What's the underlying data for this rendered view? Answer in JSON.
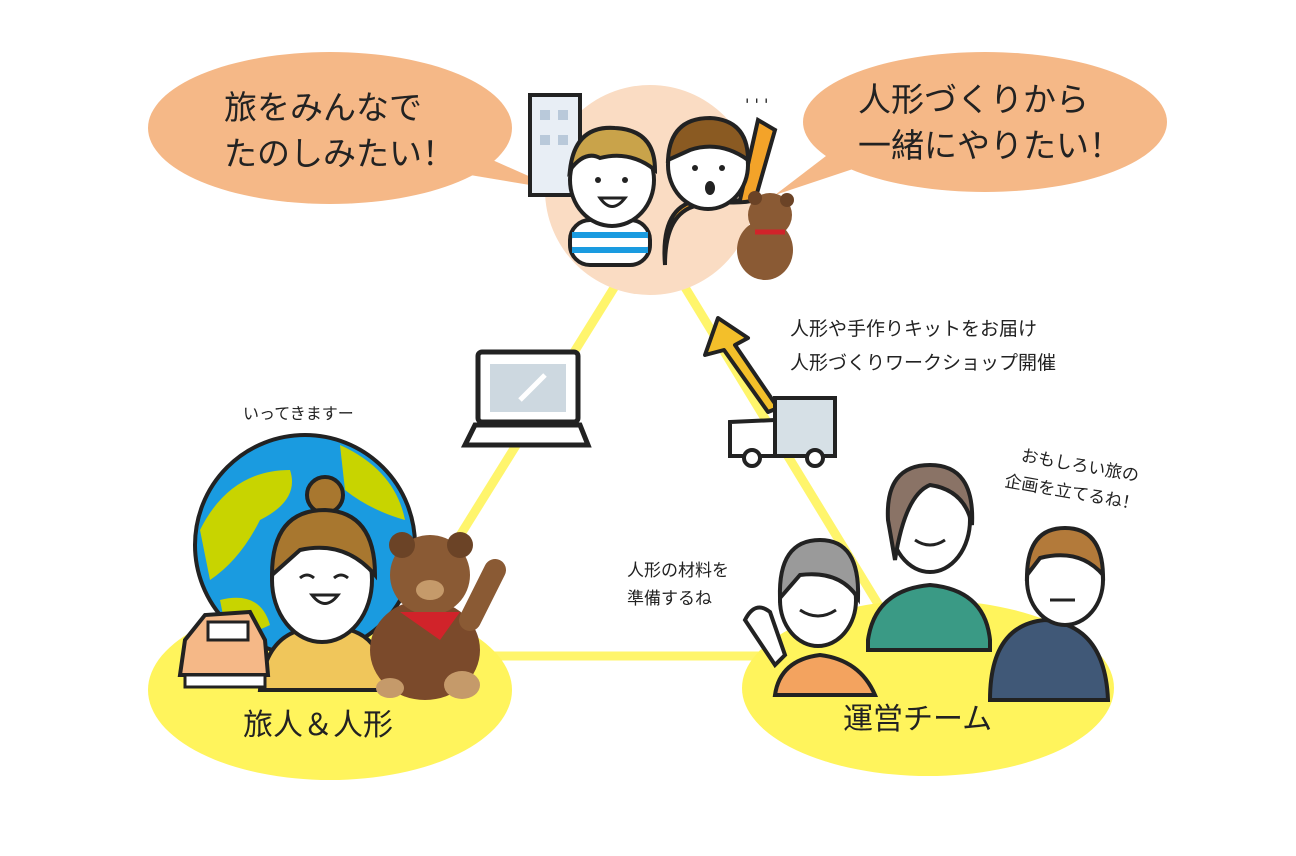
{
  "bubbles": {
    "left": [
      "旅をみんなで",
      "たのしみたい！"
    ],
    "right": [
      "人形づくりから",
      "一緒にやりたい！"
    ]
  },
  "delivery_caption": [
    "人形や手作りキットをお届け",
    "人形づくりワークショップ開催"
  ],
  "traveler_speech": "いってきますー",
  "team_speech_right": [
    "おもしろい旅の",
    "企画を立てるね！"
  ],
  "team_speech_left": [
    "人形の材料を",
    "準備するね"
  ],
  "labels": {
    "traveler": "旅人＆人形",
    "team": "運営チーム"
  },
  "colors": {
    "bubble": "#f5b887",
    "top_circle": "#fadcc3",
    "yellow": "#fff45c",
    "globe_blue": "#1a9be0",
    "globe_land": "#c8d400"
  }
}
